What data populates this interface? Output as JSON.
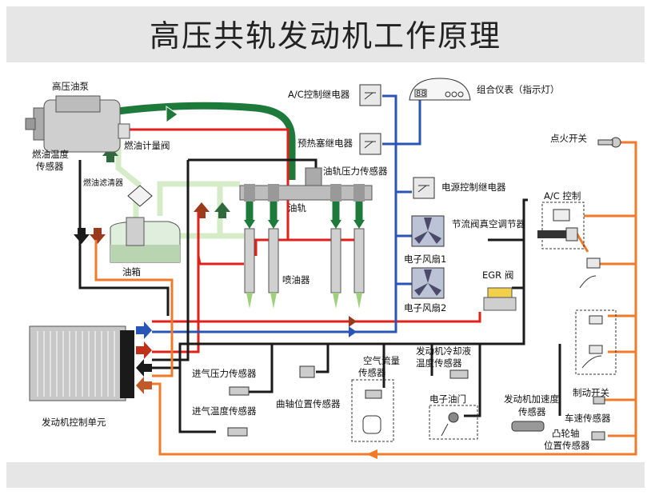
{
  "title": "高压共轨发动机工作原理",
  "labels": {
    "high_pressure_pump": "高压油泵",
    "fuel_temp_sensor_1": "燃油温度",
    "fuel_temp_sensor_2": "传感器",
    "fuel_metering_valve": "燃油计量阀",
    "fuel_filter": "燃油滤清器",
    "fuel_tank": "油箱",
    "rail_pressure_sensor": "油轨压力传感器",
    "fuel_rail": "油轨",
    "injector": "喷油器",
    "ac_relay": "A/C控制继电器",
    "glow_relay": "预热塞继电器",
    "power_relay": "电源控制继电器",
    "instrument_cluster": "组合仪表（指示灯）",
    "ignition_switch": "点火开关",
    "ac_control": "A/C 控制",
    "throttle_vacuum": "节流阀真空调节器",
    "fan_1": "电子风扇1",
    "fan_2": "电子风扇2",
    "egr_valve": "EGR 阀",
    "brake_switch": "制动开关",
    "vehicle_speed_sensor": "车速传感器",
    "cam_sensor_1": "凸轮轴",
    "cam_sensor_2": "位置传感器",
    "accel_sensor_1": "发动机加速度",
    "accel_sensor_2": "传感器",
    "electronic_throttle": "电子油门",
    "coolant_temp_1": "发动机冷却液",
    "coolant_temp_2": "温度传感器",
    "airflow_1": "空气流量",
    "airflow_2": "传感器",
    "crank_sensor": "曲轴位置传感器",
    "intake_pressure": "进气压力传感器",
    "intake_temp": "进气温度传感器",
    "ecu": "发动机控制单元",
    "display_digits": "88"
  },
  "colors": {
    "high_pressure_fuel": "#1e7a3a",
    "low_pressure_fuel": "#d6ecc8",
    "red_wire": "#e0201a",
    "blue_wire": "#2a55b8",
    "orange_wire": "#ee7a2a",
    "black_wire": "#1a1a1a",
    "band": "#e6e6e6"
  }
}
